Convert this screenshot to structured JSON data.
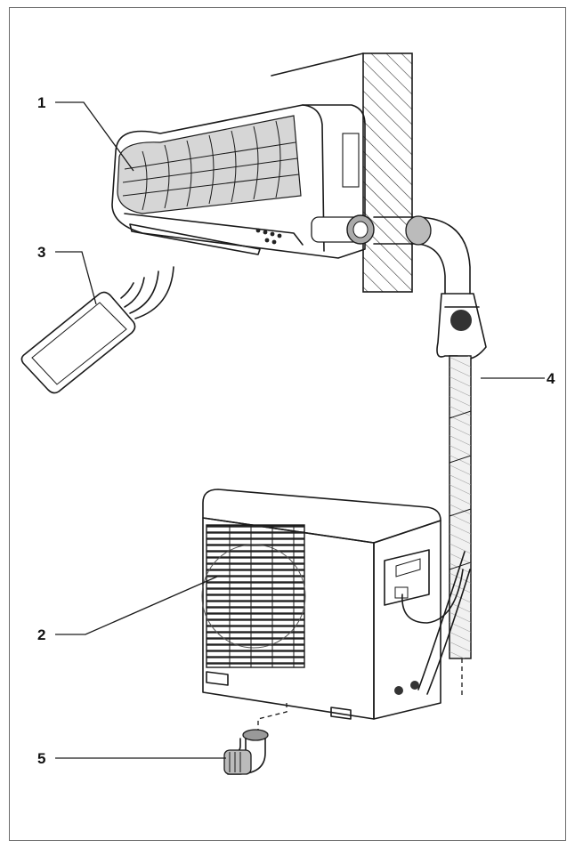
{
  "callouts": [
    {
      "id": "1",
      "label": "1",
      "part": "indoor-unit"
    },
    {
      "id": "2",
      "label": "2",
      "part": "outdoor-unit"
    },
    {
      "id": "3",
      "label": "3",
      "part": "remote-control"
    },
    {
      "id": "4",
      "label": "4",
      "part": "connecting-pipes"
    },
    {
      "id": "5",
      "label": "5",
      "part": "drain-elbow"
    }
  ],
  "colors": {
    "line": "#1a1a1a",
    "frame": "#6a6a6a",
    "shade": "#bdbdbd",
    "background": "#ffffff"
  }
}
